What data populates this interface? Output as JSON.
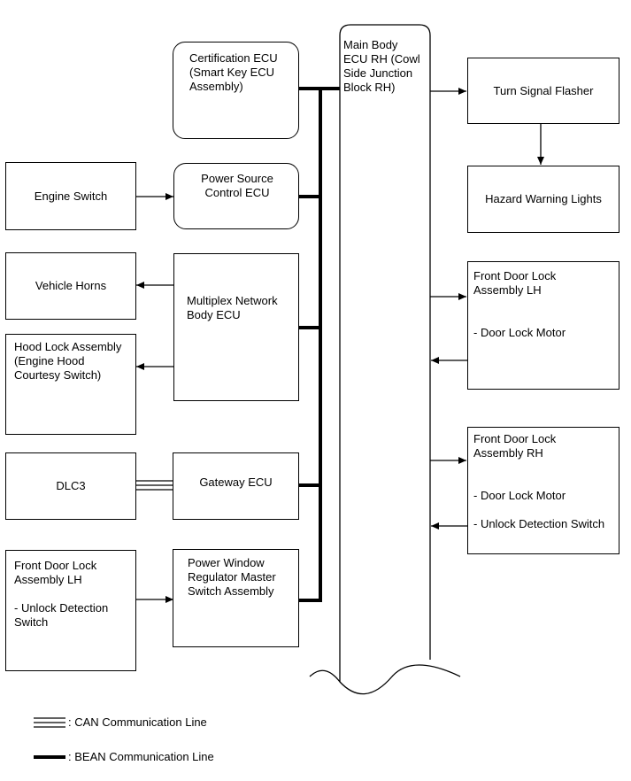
{
  "boxes": {
    "certification_ecu": "Certification ECU\n(Smart Key ECU\nAssembly)",
    "main_body_ecu": "Main Body\nECU RH (Cowl\nSide Junction\nBlock RH)",
    "turn_signal_flasher": "Turn Signal Flasher",
    "hazard_warning_lights": "Hazard Warning Lights",
    "engine_switch": "Engine Switch",
    "power_source_ecu": "Power Source\nControl ECU",
    "vehicle_horns": "Vehicle Horns",
    "multiplex_network_ecu": "Multiplex Network\nBody ECU",
    "hood_lock_assembly": "Hood Lock Assembly\n(Engine Hood\nCourtesy Switch)",
    "dlc3": "DLC3",
    "gateway_ecu": "Gateway ECU",
    "front_door_lock_lh_left": "Front Door Lock\nAssembly LH\n\n- Unlock Detection\nSwitch",
    "power_window_switch": "Power Window\nRegulator Master\nSwitch Assembly",
    "front_door_lock_lh_right": "Front Door Lock\nAssembly LH\n\n\n- Door Lock Motor",
    "front_door_lock_rh": "Front Door Lock\nAssembly RH\n\n\n- Door Lock Motor\n\n- Unlock Detection Switch"
  },
  "legend": {
    "can_label": ": CAN Communication Line",
    "bean_label": ": BEAN Communication Line"
  }
}
